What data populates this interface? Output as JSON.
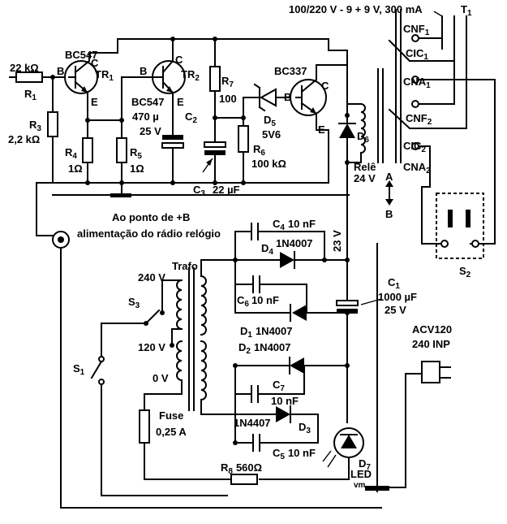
{
  "supply_label": "100/220 V - 9 + 9 V, 300 mA",
  "t1": "T",
  "t1_sub": "1",
  "cnf1": "CNF",
  "cnf1_sub": "1",
  "cic1": "CIC",
  "cic1_sub": "1",
  "cna1": "CNA",
  "cna1_sub": "1",
  "cnf2": "CNF",
  "cnf2_sub": "2",
  "cic2": "CIC",
  "cic2_sub": "2",
  "cna2": "CNA",
  "cna2_sub": "2",
  "s2": "S",
  "s2_sub": "2",
  "r1_val": "22 kΩ",
  "r1": "R",
  "r1_sub": "1",
  "bc547a": "BC547",
  "tr1": "TR",
  "tr1_sub": "1",
  "bc547b": "BC547",
  "tr2": "TR",
  "tr2_sub": "2",
  "r3": "R",
  "r3_sub": "3",
  "r3_val": "2,2 kΩ",
  "r4": "R",
  "r4_sub": "4",
  "r4_val": "1Ω",
  "r5": "R",
  "r5_sub": "5",
  "r5_val": "1Ω",
  "c2_val1": "470 µ",
  "c2_val2": "25 V",
  "c2": "C",
  "c2_sub": "2",
  "r7": "R",
  "r7_sub": "7",
  "r7_val": "100",
  "c3": "C",
  "c3_sub": "3",
  "c3_val": "22 µF",
  "d5": "D",
  "d5_sub": "5",
  "d5_val": "5V6",
  "r6": "R",
  "r6_sub": "6",
  "r6_val": "100 kΩ",
  "bc337": "BC337",
  "d6": "D",
  "d6_sub": "6",
  "rele1": "Relê",
  "rele2": "24 V",
  "pos_a": "A",
  "pos_b": "B",
  "note1": "Ao ponto de +B",
  "note2": "alimentação do rádio relógio",
  "v23": "23 V",
  "c4": "C",
  "c4_sub": "4",
  "c4_val": "10 nF",
  "d4": "D",
  "d4_sub": "4",
  "d4_val": "1N4007",
  "trafo": "Trafo",
  "c6": "C",
  "c6_sub": "6",
  "c6_val": "10 nF",
  "d1": "D",
  "d1_sub": "1",
  "d1_val": "1N4007",
  "d2": "D",
  "d2_sub": "2",
  "d2_val": "1N4007",
  "c7": "C",
  "c7_sub": "7",
  "c7_val": "10 nF",
  "d3_val": "1N4407",
  "d3": "D",
  "d3_sub": "3",
  "c5": "C",
  "c5_sub": "5",
  "c5_val": "10 nF",
  "c1": "C",
  "c1_sub": "1",
  "c1_val1": "1000 µF",
  "c1_val2": "25 V",
  "acv1": "ACV120",
  "acv2": "240 INP",
  "v240": "240 V",
  "s3": "S",
  "s3_sub": "3",
  "v120": "120 V",
  "s1": "S",
  "s1_sub": "1",
  "v0": "0 V",
  "fuse1": "Fuse",
  "fuse2": "0,25 A",
  "d7": "D",
  "d7_sub": "7",
  "led": "LED",
  "vm": "vm",
  "r8": "R",
  "r8_sub": "8",
  "r8_val": "560Ω"
}
